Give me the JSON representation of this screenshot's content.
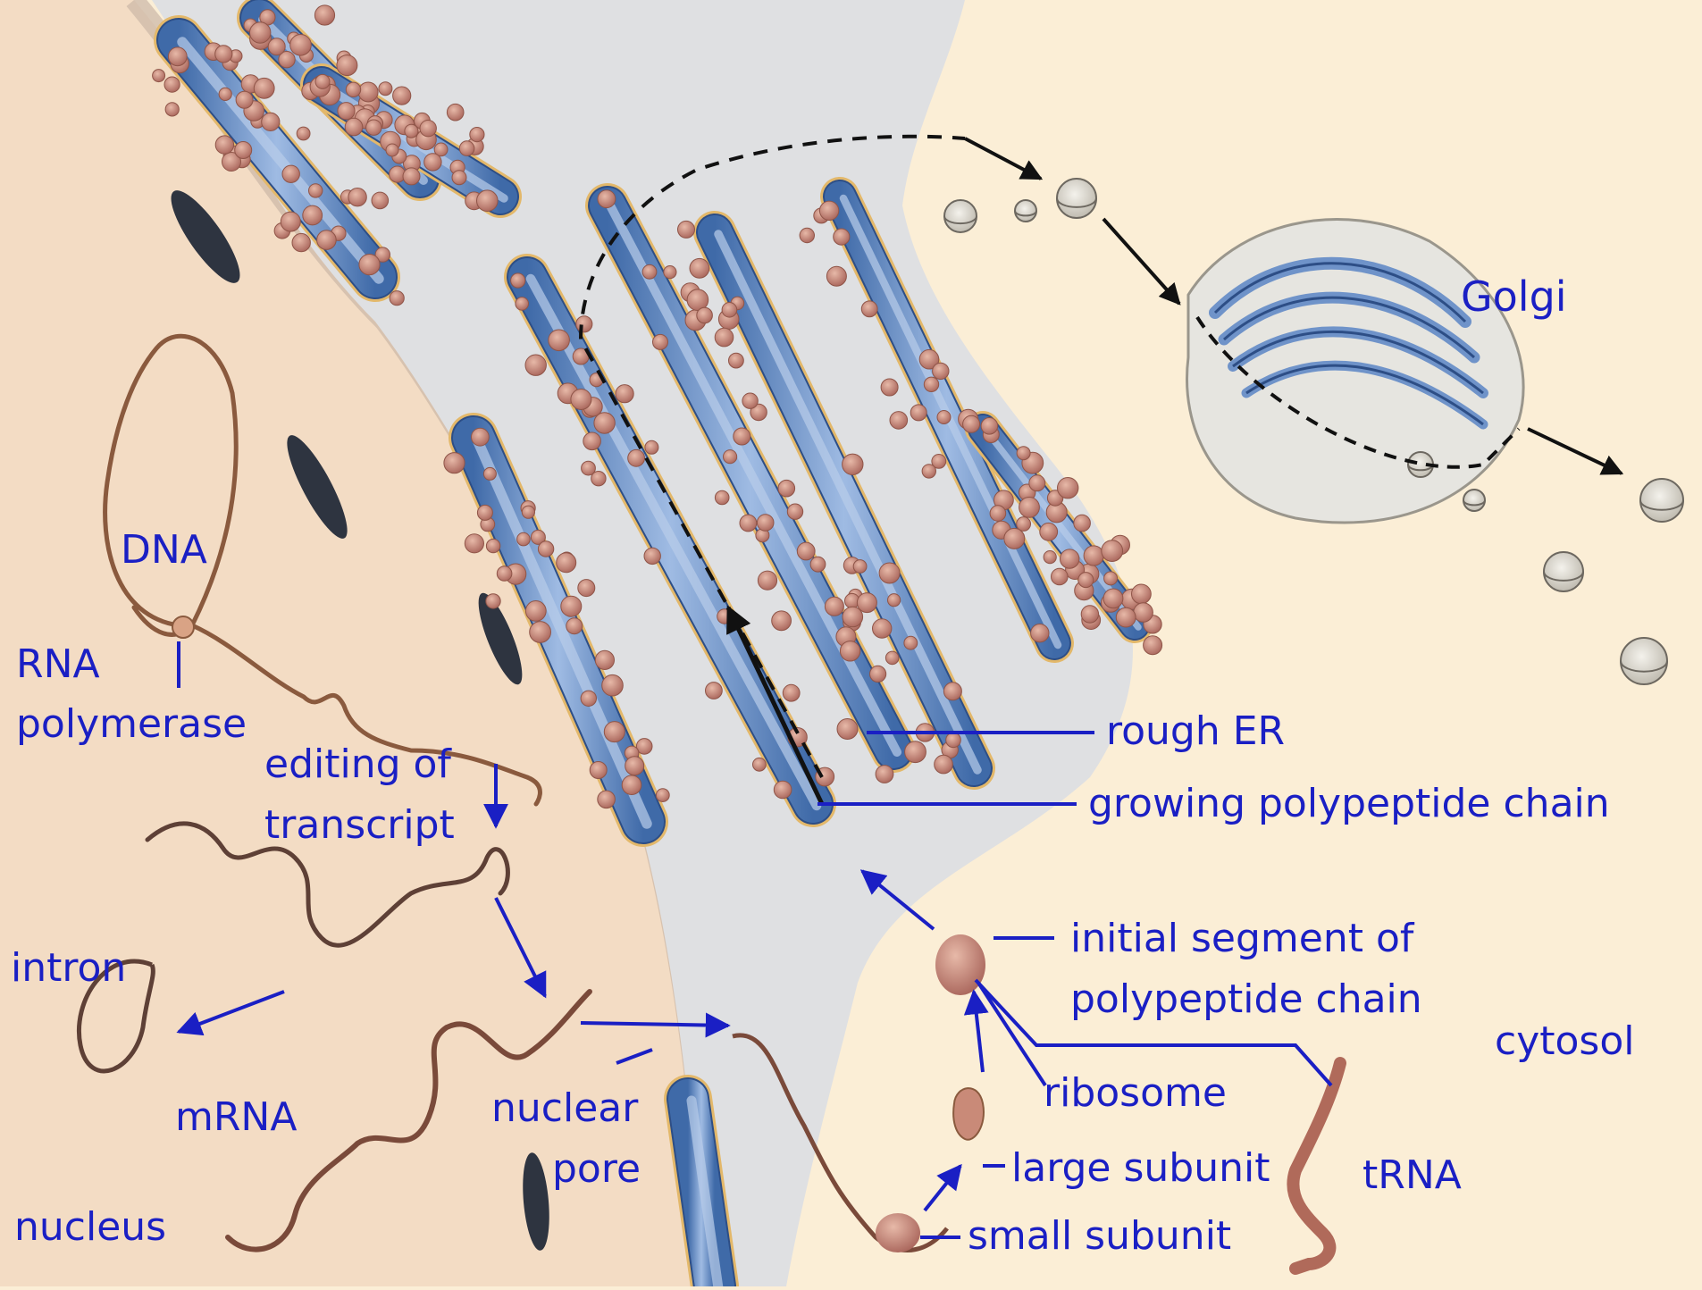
{
  "title": "",
  "labels": {
    "golgi": "Golgi",
    "dna": "DNA",
    "rna_polymerase_line1": "RNA",
    "rna_polymerase_line2": "polymerase",
    "editing_line1": "editing of",
    "editing_line2": "transcript",
    "intron": "intron",
    "mrna": "mRNA",
    "nucleus": "nucleus",
    "nuclear_pore_line1": "nuclear",
    "nuclear_pore_line2": "pore",
    "rough_er": "rough ER",
    "growing_chain": "growing polypeptide chain",
    "initial_segment_line1": "initial segment of",
    "initial_segment_line2": "polypeptide chain",
    "cytosol": "cytosol",
    "ribosome": "ribosome",
    "large_subunit": "large subunit",
    "small_subunit": "small subunit",
    "trna": "tRNA"
  },
  "colors": {
    "background": "#fbeed6",
    "label": "#1a1fc4",
    "er_lumen": "#6f93c9",
    "er_rim": "#e3b86a",
    "ribosome": "#c98a78",
    "nucleus": "#f3dcc4",
    "cytoplasm_gray": "#dfe0e2",
    "pathway_arrow": "#111111"
  }
}
